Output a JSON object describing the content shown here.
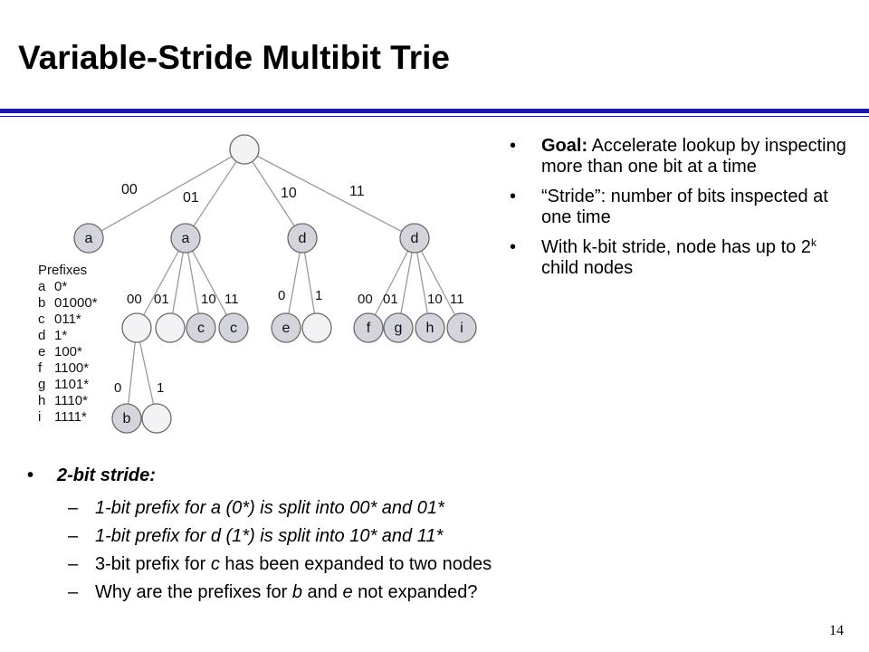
{
  "slide": {
    "title": "Variable-Stride Multibit Trie",
    "page_number": "14"
  },
  "diagram": {
    "edge_labels": {
      "root": [
        "00",
        "01",
        "10",
        "11"
      ],
      "a2": [
        "00",
        "01",
        "10",
        "11"
      ],
      "d1": [
        "0",
        "1"
      ],
      "d2": [
        "00",
        "01",
        "10",
        "11"
      ],
      "leaf": [
        "0",
        "1"
      ]
    },
    "node_labels": {
      "a1": "a",
      "a2": "a",
      "d1": "d",
      "d2": "d",
      "c1": "c",
      "c2": "c",
      "e": "e",
      "f": "f",
      "g": "g",
      "h": "h",
      "i": "i",
      "b": "b"
    },
    "prefixes_title": "Prefixes",
    "prefixes": [
      {
        "name": "a",
        "value": "0*"
      },
      {
        "name": "b",
        "value": "01000*"
      },
      {
        "name": "c",
        "value": "011*"
      },
      {
        "name": "d",
        "value": "1*"
      },
      {
        "name": "e",
        "value": "100*"
      },
      {
        "name": "f",
        "value": "1100*"
      },
      {
        "name": "g",
        "value": "1101*"
      },
      {
        "name": "h",
        "value": "1110*"
      },
      {
        "name": "i",
        "value": "1111*"
      }
    ]
  },
  "right_bullets": {
    "bullet_char": "•",
    "items": [
      {
        "lead": "Goal:",
        "text": " Accelerate lookup by inspecting more than one bit at a time"
      },
      {
        "text": "“Stride”: number of bits inspected at one time"
      },
      {
        "text_before": "With k-bit stride, node has up to 2",
        "sup": "k",
        "text_after": " child nodes"
      }
    ]
  },
  "stride_section": {
    "heading": "2-bit stride:",
    "dash_char": "–",
    "items": [
      "1-bit prefix for a (0*) is split into 00* and 01*",
      "1-bit prefix for d (1*) is split into 10* and 11*",
      "3-bit prefix for c has been expanded to two nodes",
      "Why are the prefixes for b and e not expanded?"
    ]
  }
}
